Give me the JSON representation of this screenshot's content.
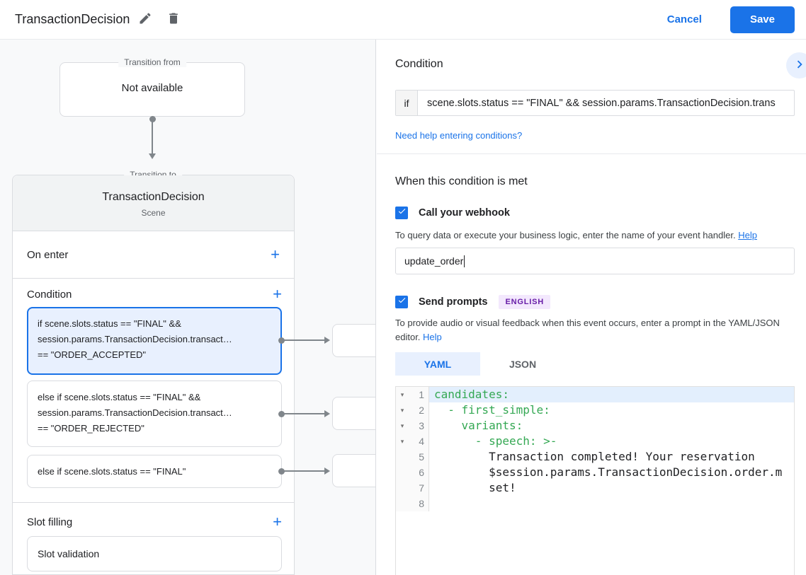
{
  "header": {
    "title": "TransactionDecision",
    "cancel_label": "Cancel",
    "save_label": "Save"
  },
  "icons": {
    "plus": "+",
    "fold_caret": "▾"
  },
  "colors": {
    "accent_blue": "#1a73e8",
    "selected_card_bg": "#e8f0fe",
    "selected_card_border": "#1a73e8",
    "canvas_bg": "#f8f9fa",
    "badge_bg": "#f3e8fd",
    "badge_text": "#681da8",
    "code_key_green": "#34a853",
    "connector_gray": "#80868b"
  },
  "canvas": {
    "transition_from": {
      "legend": "Transition from",
      "text": "Not available"
    },
    "transition_to": {
      "legend": "Transition to",
      "title": "TransactionDecision",
      "subtitle": "Scene",
      "on_enter_label": "On enter",
      "condition_label": "Condition",
      "slot_filling_label": "Slot filling",
      "slot_card_label": "Slot validation",
      "condition_cards": [
        {
          "lines": [
            "if scene.slots.status == \"FINAL\" &&",
            "session.params.TransactionDecision.transact…",
            "== \"ORDER_ACCEPTED\""
          ]
        },
        {
          "lines": [
            "else if scene.slots.status == \"FINAL\" &&",
            "session.params.TransactionDecision.transact…",
            "== \"ORDER_REJECTED\""
          ]
        },
        {
          "lines": [
            "else if scene.slots.status == \"FINAL\""
          ]
        }
      ]
    }
  },
  "panel": {
    "condition": {
      "heading": "Condition",
      "if_label": "if",
      "if_value": "scene.slots.status == \"FINAL\" && session.params.TransactionDecision.trans",
      "help_link": "Need help entering conditions?"
    },
    "when_met_heading": "When this condition is met",
    "webhook": {
      "label": "Call your webhook",
      "description": "To query data or execute your business logic, enter the name of your event handler.",
      "help_link": "Help",
      "input_value": "update_order"
    },
    "prompts": {
      "label": "Send prompts",
      "language_badge": "ENGLISH",
      "description": "To provide audio or visual feedback when this event occurs, enter a prompt in the YAML/JSON editor.",
      "help_link": "Help"
    },
    "tabs": [
      {
        "label": "YAML"
      },
      {
        "label": "JSON"
      }
    ],
    "editor": {
      "lines": [
        {
          "num": "1",
          "code": "candidates:"
        },
        {
          "num": "2",
          "code": "  - first_simple:"
        },
        {
          "num": "3",
          "code": "    variants:"
        },
        {
          "num": "4",
          "code": "      - speech: >-"
        },
        {
          "num": "5",
          "code": "        Transaction completed! Your reservation"
        },
        {
          "num": "6",
          "code": "        $session.params.TransactionDecision.order.m"
        },
        {
          "num": "7",
          "code": "        set!"
        },
        {
          "num": "8",
          "code": ""
        }
      ]
    }
  }
}
